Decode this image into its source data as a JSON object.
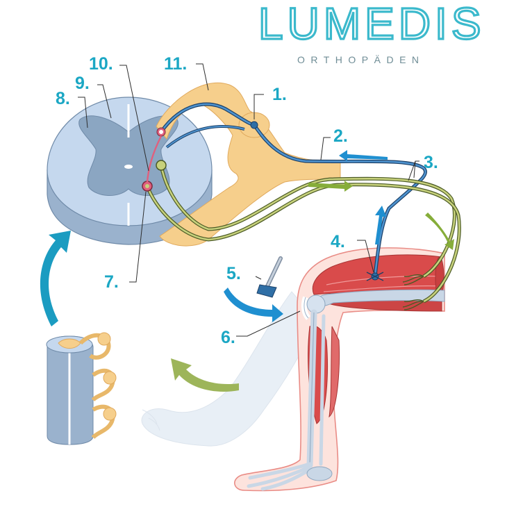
{
  "logo": {
    "brand_name": "LUMEDIS",
    "tagline": "ORTHOPÄDEN"
  },
  "labels": {
    "l1": "1.",
    "l2": "2.",
    "l3": "3.",
    "l4": "4.",
    "l5": "5.",
    "l6": "6.",
    "l7": "7.",
    "l8": "8.",
    "l9": "9.",
    "l10": "10.",
    "l11": "11."
  },
  "colors": {
    "label_text": "#1ba7c4",
    "spinal_white_matter": "#c5d8ee",
    "spinal_gray_matter": "#8ba6c2",
    "dorsal_root": "#f6cf8c",
    "sensory_neuron": "#2f6fa6",
    "motor_neuron": "#b9c46b",
    "interneuron": "#e0607e",
    "muscle": "#d94b4b",
    "signal_arrow_blue": "#1f8fd0",
    "signal_arrow_green": "#86ad3a"
  }
}
